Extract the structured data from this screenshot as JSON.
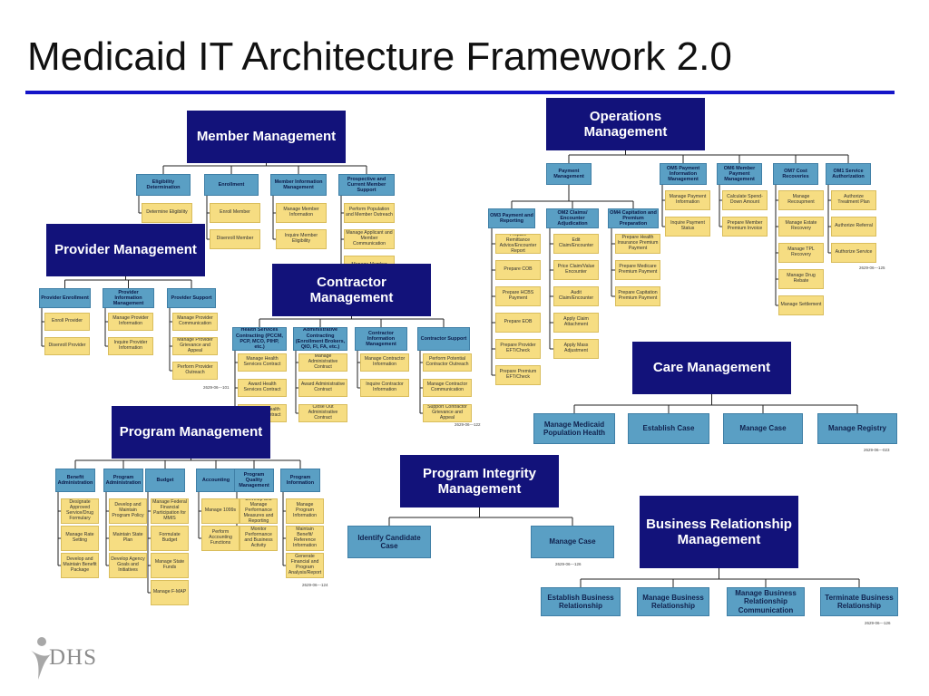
{
  "title": "Medicaid IT Architecture Framework 2.0",
  "logo": {
    "text": "DHS"
  },
  "colors": {
    "header": "#12127a",
    "category": "#5a9fc4",
    "leaf": "#f6dd82",
    "rule": "#1515c8"
  },
  "areas": [
    {
      "key": "member",
      "title": "Member Management",
      "categories": [
        {
          "label": "Eligibility Determination",
          "items": [
            "Determine Eligibility"
          ]
        },
        {
          "label": "Enrollment",
          "items": [
            "Enroll Member",
            "Disenroll Member"
          ]
        },
        {
          "label": "Member Information Management",
          "items": [
            "Manage Member Information",
            "Inquire Member Eligibility"
          ]
        },
        {
          "label": "Prospective and Current Member Support",
          "items": [
            "Perform Population and Member Outreach",
            "Manage Applicant and Member Communication",
            "Manage Member"
          ]
        }
      ]
    },
    {
      "key": "provider",
      "title": "Provider Management",
      "categories": [
        {
          "label": "Provider Enrollment",
          "items": [
            "Enroll Provider",
            "Disenroll Provider"
          ]
        },
        {
          "label": "Provider Information Management",
          "items": [
            "Manage Provider Information",
            "Inquire Provider Information"
          ]
        },
        {
          "label": "Provider Support",
          "items": [
            "Manage Provider Communication",
            "Manage Provider Grievance and Appeal",
            "Perform Provider Outreach"
          ]
        }
      ],
      "code": "2629-06---101"
    },
    {
      "key": "contractor",
      "title": "Contractor Management",
      "categories": [
        {
          "label": "Health Services Contracting (PCCM, PCP, MCO, PIHP, etc.)",
          "items": [
            "Manage Health Services Contract",
            "Award Health Services Contract",
            "Close Out Health Services Contract"
          ]
        },
        {
          "label": "Administrative Contracting (Enrollment Brokers, QIO, FI, FA, etc.)",
          "items": [
            "Manage Administrative Contract",
            "Award Administrative Contract",
            "Close Out Administrative Contract"
          ]
        },
        {
          "label": "Contractor Information Management",
          "items": [
            "Manage Contractor Information",
            "Inquire Contractor Information"
          ]
        },
        {
          "label": "Contractor Support",
          "items": [
            "Perform Potential Contractor Outreach",
            "Manage Contractor Communication",
            "Support Contractor Grievance and Appeal"
          ]
        }
      ],
      "code": "2629-06---122"
    },
    {
      "key": "operations",
      "title": "Operations Management",
      "categories": [
        {
          "label": "Payment Management",
          "items": []
        },
        {
          "label": "OM5 Payment Information Management",
          "items": [
            "Manage Payment Information",
            "Inquire Payment Status"
          ]
        },
        {
          "label": "OM6 Member Payment Management",
          "items": [
            "Calculate Spend-Down Amount",
            "Prepare Member Premium Invoice"
          ]
        },
        {
          "label": "OM7 Cost Recoveries",
          "items": [
            "Manage Recoupment",
            "Manage Estate Recovery",
            "Manage TPL Recovery",
            "Manage Drug Rebate",
            "Manage Settlement"
          ]
        },
        {
          "label": "OM1 Service Authorization",
          "items": [
            "Authorize Treatment Plan",
            "Authorize Referral",
            "Authorize Service"
          ]
        }
      ],
      "subcategories": [
        {
          "label": "OM3 Payment and Reporting",
          "items": [
            "Prepare Remittance Advice/Encounter Report",
            "Prepare COB",
            "Prepare HCBS Payment",
            "Prepare EOB",
            "Prepare Provider EFT/Check",
            "Prepare Premium EFT/Check"
          ]
        },
        {
          "label": "OM2 Claims/ Encounter Adjudication",
          "items": [
            "Edit Claim/Encounter",
            "Price Claim/Value Encounter",
            "Audit Claim/Encounter",
            "Apply Claim Attachment",
            "Apply Mass Adjustment"
          ]
        },
        {
          "label": "OM4 Capitation and Premium Preparation",
          "items": [
            "Prepare Health Insurance Premium Payment",
            "Prepare Medicare Premium Payment",
            "Prepare Capitation Premium Payment"
          ]
        }
      ],
      "code": "2629-06---125"
    },
    {
      "key": "care",
      "title": "Care  Management",
      "categories": [
        {
          "label": "Manage Medicaid Population Health"
        },
        {
          "label": "Establish Case"
        },
        {
          "label": "Manage Case"
        },
        {
          "label": "Manage Registry"
        }
      ],
      "code": "2629-06---023"
    },
    {
      "key": "program",
      "title": "Program Management",
      "categories": [
        {
          "label": "Benefit Administration",
          "items": [
            "Designate Approved Service/Drug Formulary",
            "Manage Rate Setting",
            "Develop and Maintain Benefit Package"
          ]
        },
        {
          "label": "Program Administration",
          "items": [
            "Develop and Maintain Program Policy",
            "Maintain State Plan",
            "Develop Agency Goals and Initiatives"
          ]
        },
        {
          "label": "Budget",
          "items": [
            "Manage Federal Financial Participation for MMIS",
            "Formulate Budget",
            "Manage State Funds",
            "Manage F-MAP"
          ]
        },
        {
          "label": "Accounting",
          "items": [
            "Manage 1099s",
            "Perform Accounting Functions"
          ]
        },
        {
          "label": "Program Quality Management",
          "items": [
            "Develop and Manage Performance Measures and Reporting",
            "Monitor Performance and Business Activity"
          ]
        },
        {
          "label": "Program Information",
          "items": [
            "Manage Program Information",
            "Maintain Benefit/ Reference Information",
            "Generate Financial and Program Analysis/Report"
          ]
        }
      ],
      "code": "2629-06---124"
    },
    {
      "key": "integrity",
      "title": "Program Integrity Management",
      "categories": [
        {
          "label": "Identify Candidate Case"
        },
        {
          "label": "Manage Case"
        }
      ],
      "code": "2629-06---126"
    },
    {
      "key": "business",
      "title": "Business Relationship Management",
      "categories": [
        {
          "label": "Establish Business Relationship"
        },
        {
          "label": "Manage Business Relationship"
        },
        {
          "label": "Manage Business Relationship Communication"
        },
        {
          "label": "Terminate Business Relationship"
        }
      ],
      "code": "2629-06---126"
    }
  ]
}
